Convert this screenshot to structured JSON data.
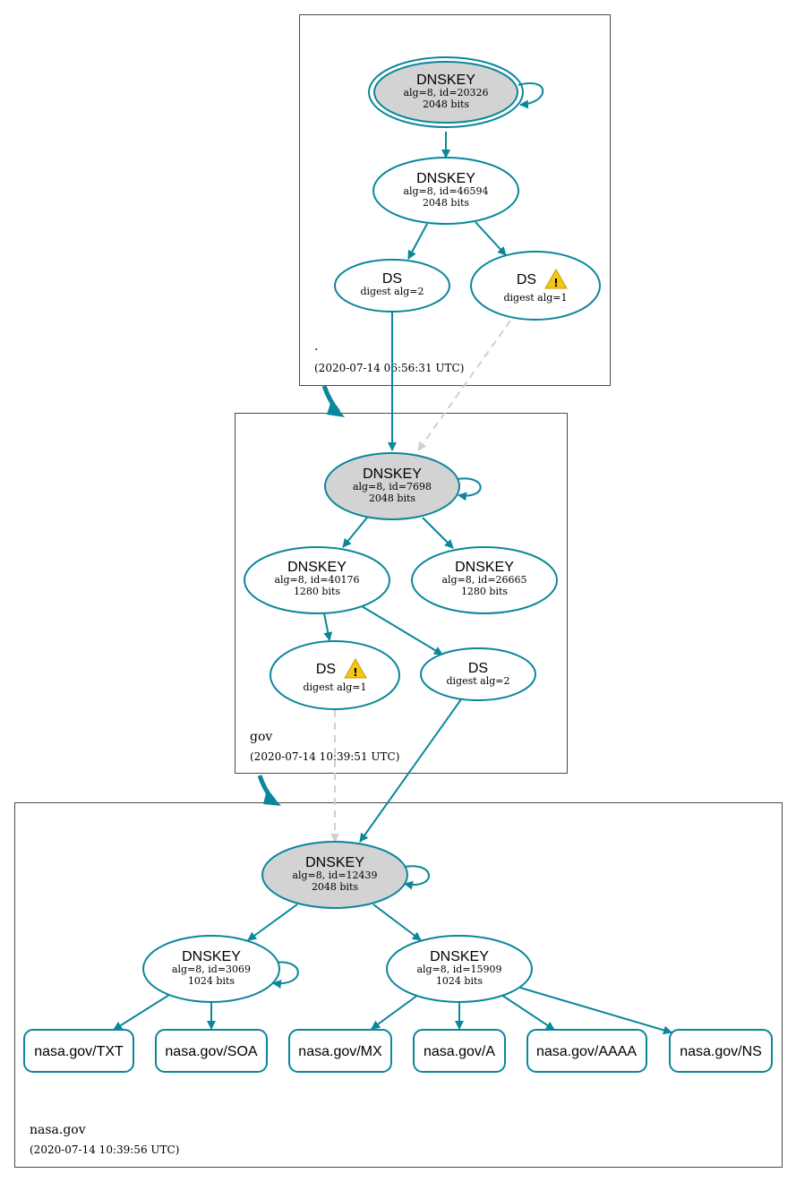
{
  "zones": {
    "root": {
      "name": ".",
      "timestamp": "(2020-07-14 06:56:31 UTC)"
    },
    "gov": {
      "name": "gov",
      "timestamp": "(2020-07-14 10:39:51 UTC)"
    },
    "nasa": {
      "name": "nasa.gov",
      "timestamp": "(2020-07-14 10:39:56 UTC)"
    }
  },
  "nodes": {
    "root_ksk": {
      "title": "DNSKEY",
      "line1": "alg=8, id=20326",
      "line2": "2048 bits"
    },
    "root_zsk": {
      "title": "DNSKEY",
      "line1": "alg=8, id=46594",
      "line2": "2048 bits"
    },
    "root_ds2": {
      "title": "DS",
      "line1": "digest alg=2"
    },
    "root_ds1": {
      "title": "DS",
      "line1": "digest alg=1"
    },
    "gov_ksk": {
      "title": "DNSKEY",
      "line1": "alg=8, id=7698",
      "line2": "2048 bits"
    },
    "gov_zsk1": {
      "title": "DNSKEY",
      "line1": "alg=8, id=40176",
      "line2": "1280 bits"
    },
    "gov_zsk2": {
      "title": "DNSKEY",
      "line1": "alg=8, id=26665",
      "line2": "1280 bits"
    },
    "gov_ds1": {
      "title": "DS",
      "line1": "digest alg=1"
    },
    "gov_ds2": {
      "title": "DS",
      "line1": "digest alg=2"
    },
    "nasa_ksk": {
      "title": "DNSKEY",
      "line1": "alg=8, id=12439",
      "line2": "2048 bits"
    },
    "nasa_zsk1": {
      "title": "DNSKEY",
      "line1": "alg=8, id=3069",
      "line2": "1024 bits"
    },
    "nasa_zsk2": {
      "title": "DNSKEY",
      "line1": "alg=8, id=15909",
      "line2": "1024 bits"
    }
  },
  "rrsets": [
    "nasa.gov/TXT",
    "nasa.gov/SOA",
    "nasa.gov/MX",
    "nasa.gov/A",
    "nasa.gov/AAAA",
    "nasa.gov/NS"
  ],
  "colors": {
    "edge": "#0a879a",
    "ksk_fill": "#d3d3d3",
    "dashed": "#d0d0d0",
    "warning": "#f5c518"
  },
  "icons": {
    "warning": "warning-icon"
  }
}
